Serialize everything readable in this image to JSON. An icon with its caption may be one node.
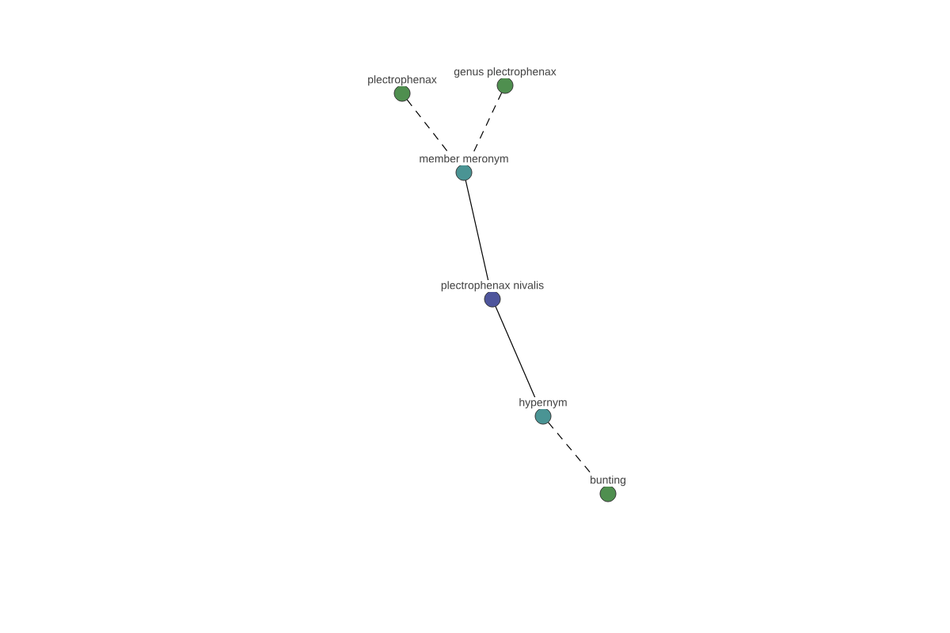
{
  "diagram": {
    "nodes": [
      {
        "text": [
          "plectrophenax"
        ]
      },
      {
        "text": [
          "genus plectrophenax"
        ]
      },
      {
        "text": [
          "member meronym"
        ]
      },
      {
        "text": [
          "plectrophenax nivalis"
        ]
      },
      {
        "text": [
          "hypernym"
        ]
      },
      {
        "text": [
          "bunting"
        ]
      }
    ],
    "edges": [
      {
        "from": 0,
        "to": 2,
        "arrow": "none",
        "style": "dashed"
      },
      {
        "from": 1,
        "to": 2,
        "arrow": "none",
        "style": "dashed"
      },
      {
        "from": 2,
        "to": 3,
        "arrow": "none"
      },
      {
        "from": 3,
        "to": 4,
        "arrow": "none"
      },
      {
        "from": 4,
        "to": 5,
        "arrow": "none",
        "style": "dashed"
      }
    ]
  }
}
